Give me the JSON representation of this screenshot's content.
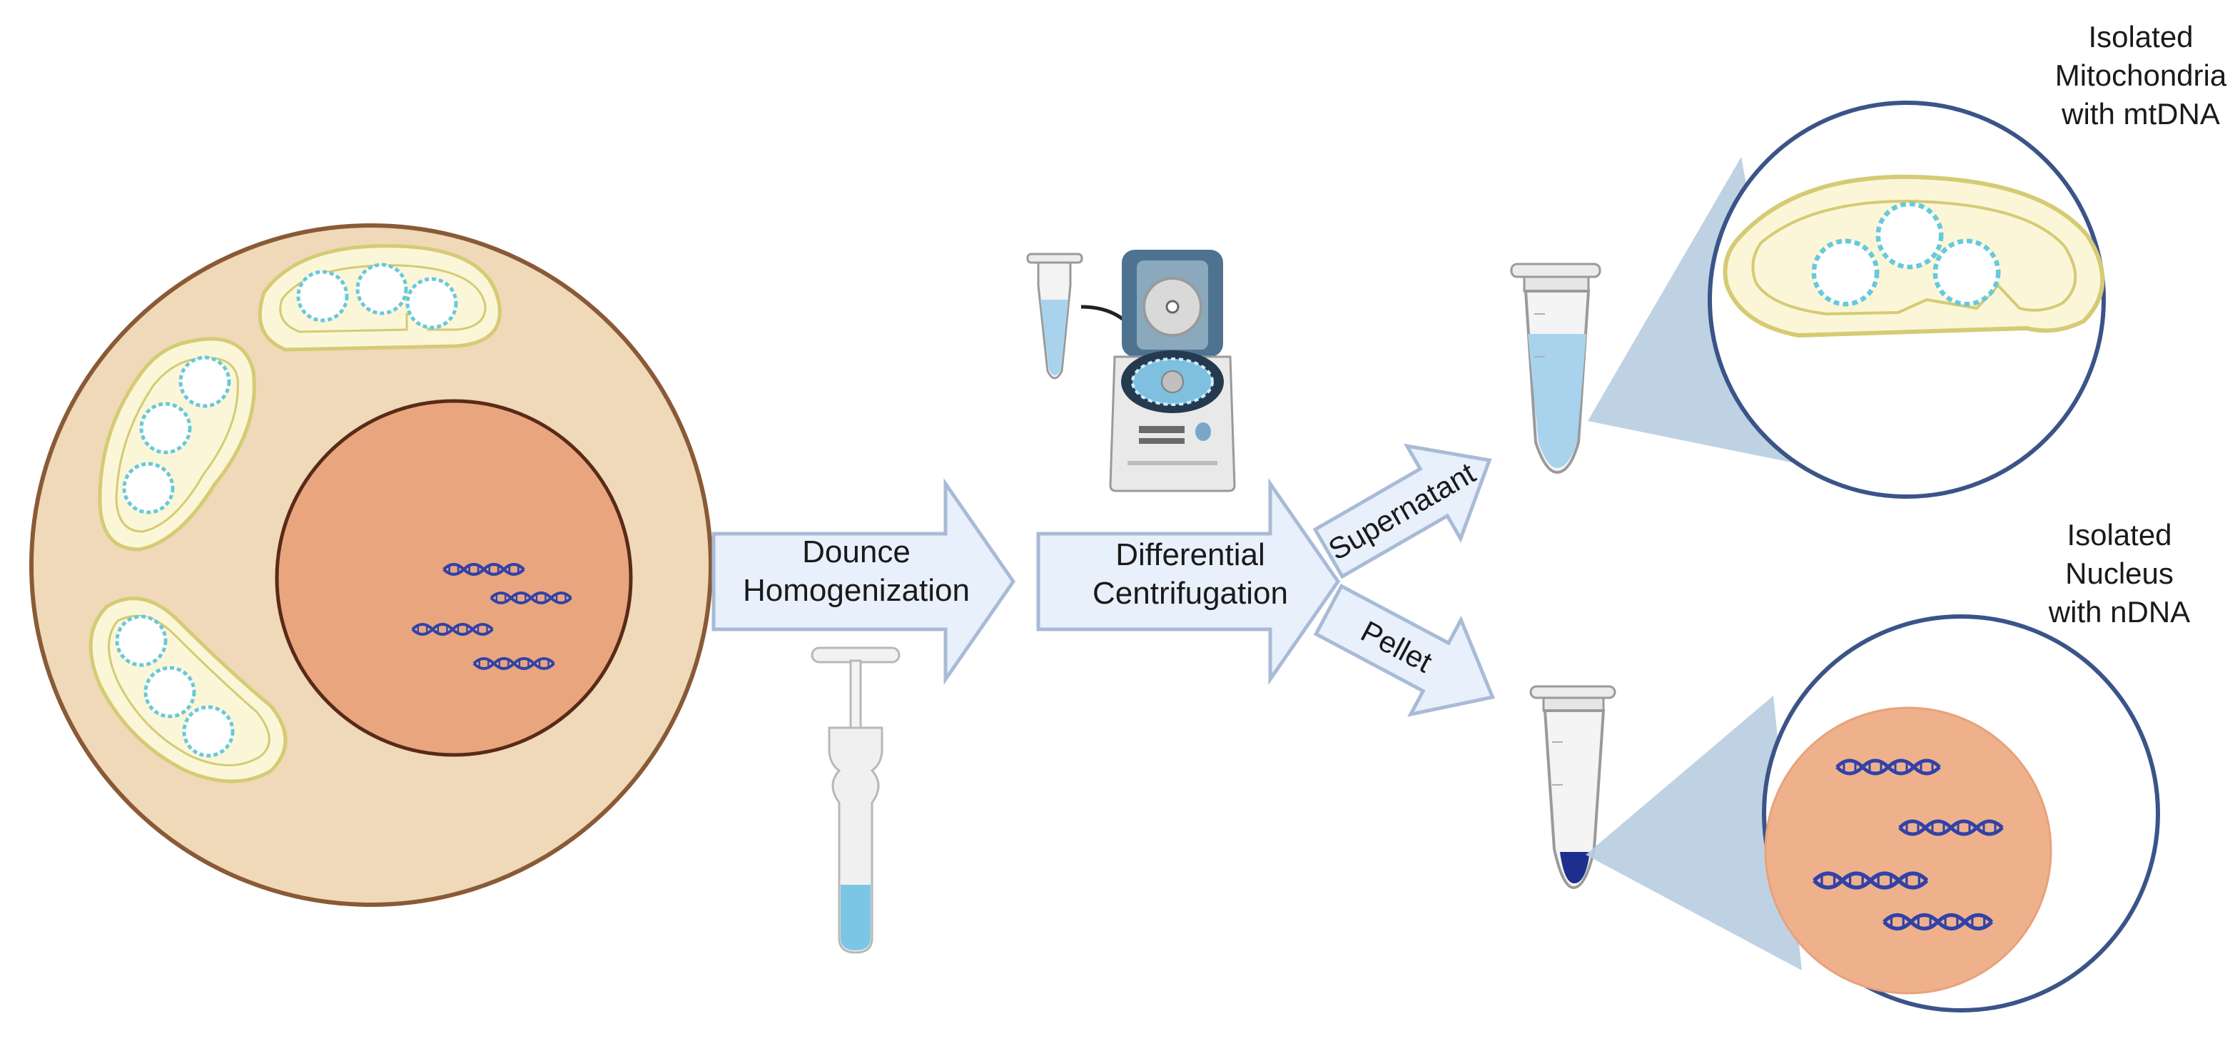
{
  "steps": {
    "homogenization": {
      "line1": "Dounce",
      "line2": "Homogenization"
    },
    "centrifugation": {
      "line1": "Differential",
      "line2": "Centrifugation"
    }
  },
  "fractions": {
    "supernatant": "Supernatant",
    "pellet": "Pellet"
  },
  "outputs": {
    "mitochondria": {
      "line1": "Isolated",
      "line2": "Mitochondria",
      "line3": "with mtDNA"
    },
    "nucleus": {
      "line1": "Isolated",
      "line2": "Nucleus",
      "line3": "with nDNA"
    }
  },
  "colors": {
    "cytoplasm": "#efd9b8",
    "cell_membrane": "#8a5a36",
    "nucleus": "#e9a67e",
    "nucleus_membrane": "#5a2a18",
    "mitochondria_fill": "#fcf6d8",
    "mitochondria_membrane": "#d4cb74",
    "mtdna": "#66c9dd",
    "dna": "#3142a8",
    "process_arrow_fill": "#e8f0fb",
    "process_arrow_stroke": "#a8bbd6",
    "tube_liquid": "#a9d3ec",
    "pellet": "#1c2f8c",
    "zoom_circle": "#3b5488",
    "zoom_cone": "#b7cde0"
  }
}
